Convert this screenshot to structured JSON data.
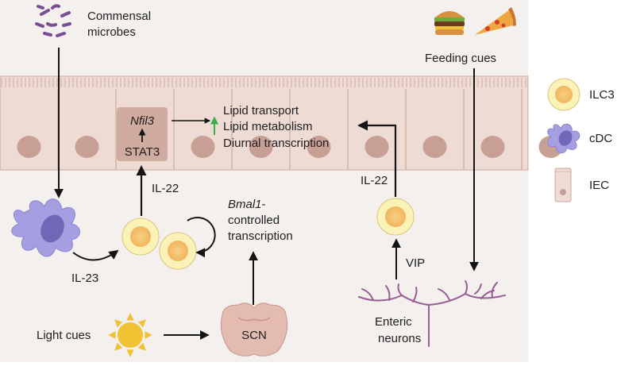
{
  "colors": {
    "background_panel": "#f3f0ee",
    "epithelium_fill": "#eedbd4",
    "epithelium_stroke": "#cba89c",
    "nucleus": "#c79f94",
    "nucleus_highlight": "#c9a296",
    "ilc3_outer": "#fbf2b7",
    "ilc3_inner": "#f5c36e",
    "cdc_fill": "#a59ee0",
    "cdc_nucleus": "#6e68b7",
    "microbe": "#7b4d94",
    "neuron": "#9a5d96",
    "sun": "#f1c134",
    "brain": "#e4bbb1",
    "upregulation_arrow": "#3cae4e",
    "arrow": "#141414"
  },
  "labels": {
    "commensal_microbes": [
      "Commensal",
      "microbes"
    ],
    "feeding_cues": "Feeding cues",
    "nfil3": "Nfil3",
    "stat3": "STAT3",
    "lipid_transport": "Lipid transport",
    "lipid_metabolism": "Lipid metabolism",
    "diurnal_transcription": "Diurnal transcription",
    "il22_left": "IL-22",
    "il22_right": "IL-22",
    "bmal1": "Bmal1",
    "bmal1_suffix": "-",
    "controlled": "controlled",
    "transcription": "transcription",
    "il23": "IL-23",
    "vip": "VIP",
    "light_cues": "Light cues",
    "scn": "SCN",
    "enteric_neurons": [
      "Enteric",
      "neurons"
    ]
  },
  "legend": [
    {
      "icon": "ilc3-icon",
      "label": "ILC3"
    },
    {
      "icon": "cdc-icon",
      "label": "cDC"
    },
    {
      "icon": "iec-icon",
      "label": "IEC"
    }
  ],
  "icons": [
    "burger-icon",
    "pizza-slice-icon",
    "sun-icon",
    "brain-icon",
    "microbe-icon",
    "neuron-icon"
  ]
}
